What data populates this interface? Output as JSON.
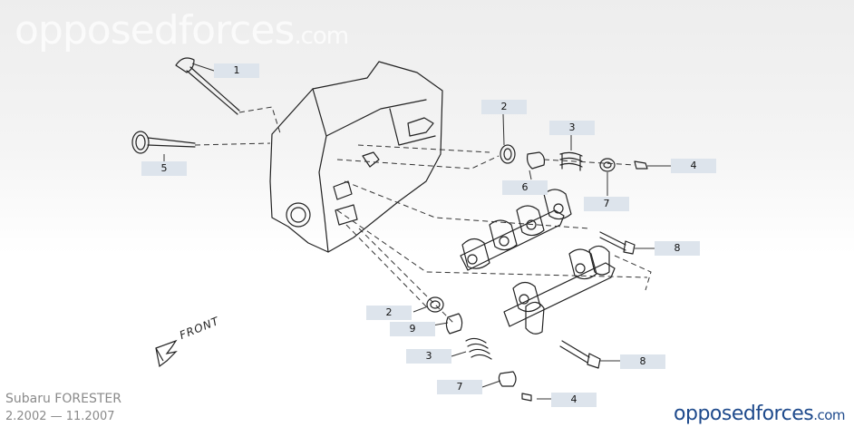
{
  "watermark": {
    "name": "opposedforces",
    "tld": ".com"
  },
  "callouts": [
    {
      "id": "c1",
      "label": "1"
    },
    {
      "id": "c2a",
      "label": "2"
    },
    {
      "id": "c3a",
      "label": "3"
    },
    {
      "id": "c4a",
      "label": "4"
    },
    {
      "id": "c5",
      "label": "5"
    },
    {
      "id": "c6",
      "label": "6"
    },
    {
      "id": "c7a",
      "label": "7"
    },
    {
      "id": "c8a",
      "label": "8"
    },
    {
      "id": "c8b",
      "label": "8"
    },
    {
      "id": "c2b",
      "label": "2"
    },
    {
      "id": "c9",
      "label": "9"
    },
    {
      "id": "c3b",
      "label": "3"
    },
    {
      "id": "c7b",
      "label": "7"
    },
    {
      "id": "c4b",
      "label": "4"
    }
  ],
  "front_label": "FRONT",
  "footer": {
    "model": "Subaru FORESTER",
    "years": "2.2002 — 11.2007",
    "brand_name": "opposedforces",
    "brand_tld": ".com"
  },
  "colors": {
    "callout_bg": "#dde4ec",
    "brand": "#1e4a8c",
    "line": "#222222"
  }
}
